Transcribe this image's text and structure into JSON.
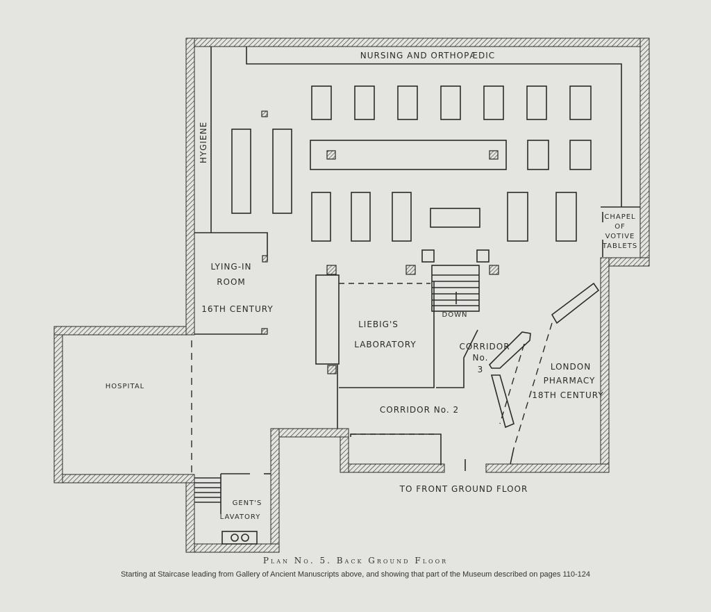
{
  "rooms": {
    "nursing": "NURSING AND ORTHOPÆDIC",
    "hygiene": "HYGIENE",
    "chapel": [
      "CHAPEL",
      "OF",
      "VOTIVE",
      "TABLETS"
    ],
    "lying_in": [
      "LYING-IN",
      "ROOM",
      "16TH CENTURY"
    ],
    "liebig": [
      "LIEBIG'S",
      "LABORATORY"
    ],
    "down": "DOWN",
    "corridor3": [
      "CORRIDOR",
      "No.",
      "3"
    ],
    "london": [
      "LONDON",
      "PHARMACY",
      "18TH CENTURY"
    ],
    "hospital": "HOSPITAL",
    "corridor2": "CORRIDOR No. 2",
    "front": "TO FRONT GROUND FLOOR",
    "gents": [
      "GENT'S",
      "LAVATORY"
    ]
  },
  "caption": {
    "title": "Plan No. 5.  Back Ground Floor",
    "subtitle": "Starting at Staircase leading from Gallery of Ancient Manuscripts above, and showing that part of the Museum described on pages 110-124"
  }
}
